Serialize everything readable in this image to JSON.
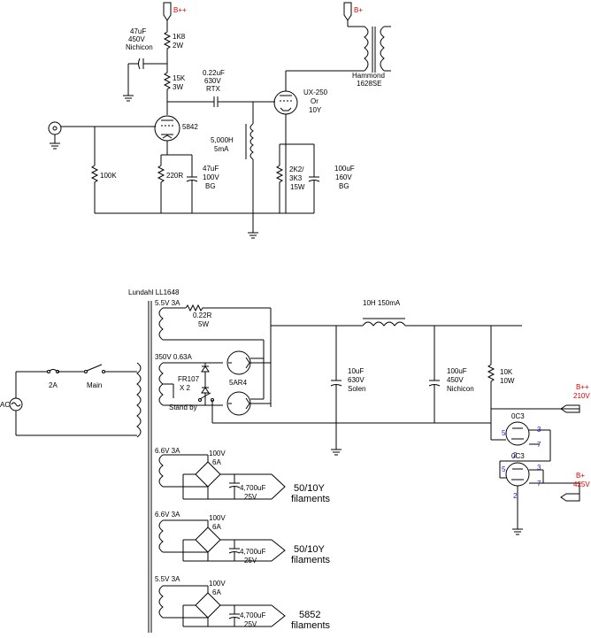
{
  "top": {
    "b_pp": "B++",
    "b_p": "B+",
    "cap_47u_nich": [
      "47uF",
      "450V",
      "Nichicon"
    ],
    "r_1k8": [
      "1K8",
      "2W"
    ],
    "r_15k": [
      "15K",
      "3W"
    ],
    "cap_022": [
      "0.22uF",
      "630V",
      "RTX"
    ],
    "tube_ux250": [
      "UX-250",
      "Or",
      "10Y"
    ],
    "hammond": [
      "Hammond",
      "1628SE"
    ],
    "tube_5842": "5842",
    "choke_5000": [
      "5,000H",
      "5mA"
    ],
    "r_100k": "100K",
    "r_220r": "220R",
    "cap_47u_bg": [
      "47uF",
      "100V",
      "BG"
    ],
    "r_2k2": [
      "2K2/",
      "3K3",
      "15W"
    ],
    "cap_100u_bg": [
      "100uF",
      "160V",
      "BG"
    ]
  },
  "psu": {
    "lundahl": "Lundahl LL1648",
    "w1": "5.5V 3A",
    "r_022": [
      "0.22R",
      "5W"
    ],
    "w2": "350V 0.63A",
    "fr107": [
      "FR107",
      "X 2"
    ],
    "rect_5ar4": "5AR4",
    "standby": "Stand by",
    "fuse": "2A",
    "main": "Main",
    "ac": "AC",
    "choke_10h": "10H 150mA",
    "cap_10u": [
      "10uF",
      "630V",
      "Solen"
    ],
    "cap_100u": [
      "100uF",
      "450V",
      "Nichicon"
    ],
    "r_10k": [
      "10K",
      "10W"
    ],
    "b_pp": "B++",
    "v_210": "210V",
    "b_p": "B+",
    "v_425": "425V",
    "oc3_a": "0C3",
    "oc3_b": "0C3",
    "pins": [
      "5",
      "3",
      "7",
      "2",
      "5",
      "3",
      "7",
      "2"
    ],
    "fil": [
      {
        "wind": "6.6V 3A",
        "bridge": [
          "100V",
          "6A"
        ],
        "cap": [
          "4,700uF",
          "25V"
        ],
        "out": [
          "50/10Y",
          "filaments"
        ]
      },
      {
        "wind": "6.6V 3A",
        "bridge": [
          "100V",
          "6A"
        ],
        "cap": [
          "4,700uF",
          "25V"
        ],
        "out": [
          "50/10Y",
          "filaments"
        ]
      },
      {
        "wind": "5.5V 3A",
        "bridge": [
          "100V",
          "6A"
        ],
        "cap": [
          "4,700uF",
          "25V"
        ],
        "out": [
          "5852",
          "filaments"
        ]
      }
    ]
  }
}
